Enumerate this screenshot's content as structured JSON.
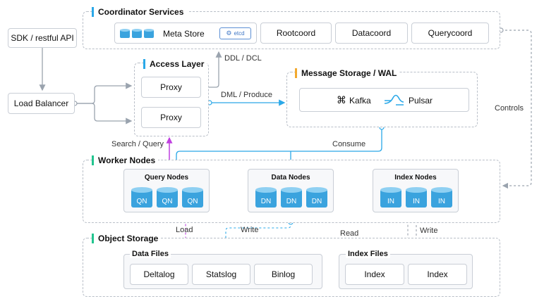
{
  "sdk": {
    "label": "SDK / restful API"
  },
  "load_balancer": {
    "label": "Load Balancer"
  },
  "coordinator": {
    "title": "Coordinator Services",
    "meta_store": "Meta Store",
    "etcd": "etcd",
    "rootcoord": "Rootcoord",
    "datacoord": "Datacoord",
    "querycoord": "Querycoord"
  },
  "access": {
    "title": "Access Layer",
    "proxy1": "Proxy",
    "proxy2": "Proxy"
  },
  "message": {
    "title": "Message Storage / WAL",
    "kafka": "Kafka",
    "pulsar": "Pulsar"
  },
  "labels": {
    "ddl": "DDL / DCL",
    "dml": "DML / Produce",
    "controls": "Controls",
    "search": "Search / Query",
    "consume": "Consume",
    "load": "Load",
    "write1": "Write",
    "read": "Read",
    "write2": "Write"
  },
  "worker": {
    "title": "Worker Nodes",
    "query_nodes": {
      "title": "Query Nodes",
      "items": [
        "QN",
        "QN",
        "QN"
      ]
    },
    "data_nodes": {
      "title": "Data Nodes",
      "items": [
        "DN",
        "DN",
        "DN"
      ]
    },
    "index_nodes": {
      "title": "Index Nodes",
      "items": [
        "IN",
        "IN",
        "IN"
      ]
    }
  },
  "object": {
    "title": "Object Storage",
    "data_files": {
      "title": "Data Files",
      "items": [
        "Deltalog",
        "Statslog",
        "Binlog"
      ]
    },
    "index_files": {
      "title": "Index Files",
      "items": [
        "Index",
        "Index"
      ]
    }
  },
  "colors": {
    "blue": "#2aa8e8",
    "purple": "#c040e0",
    "grey": "#9aa3ae",
    "green": "#22c58f",
    "orange": "#f2a92f"
  }
}
